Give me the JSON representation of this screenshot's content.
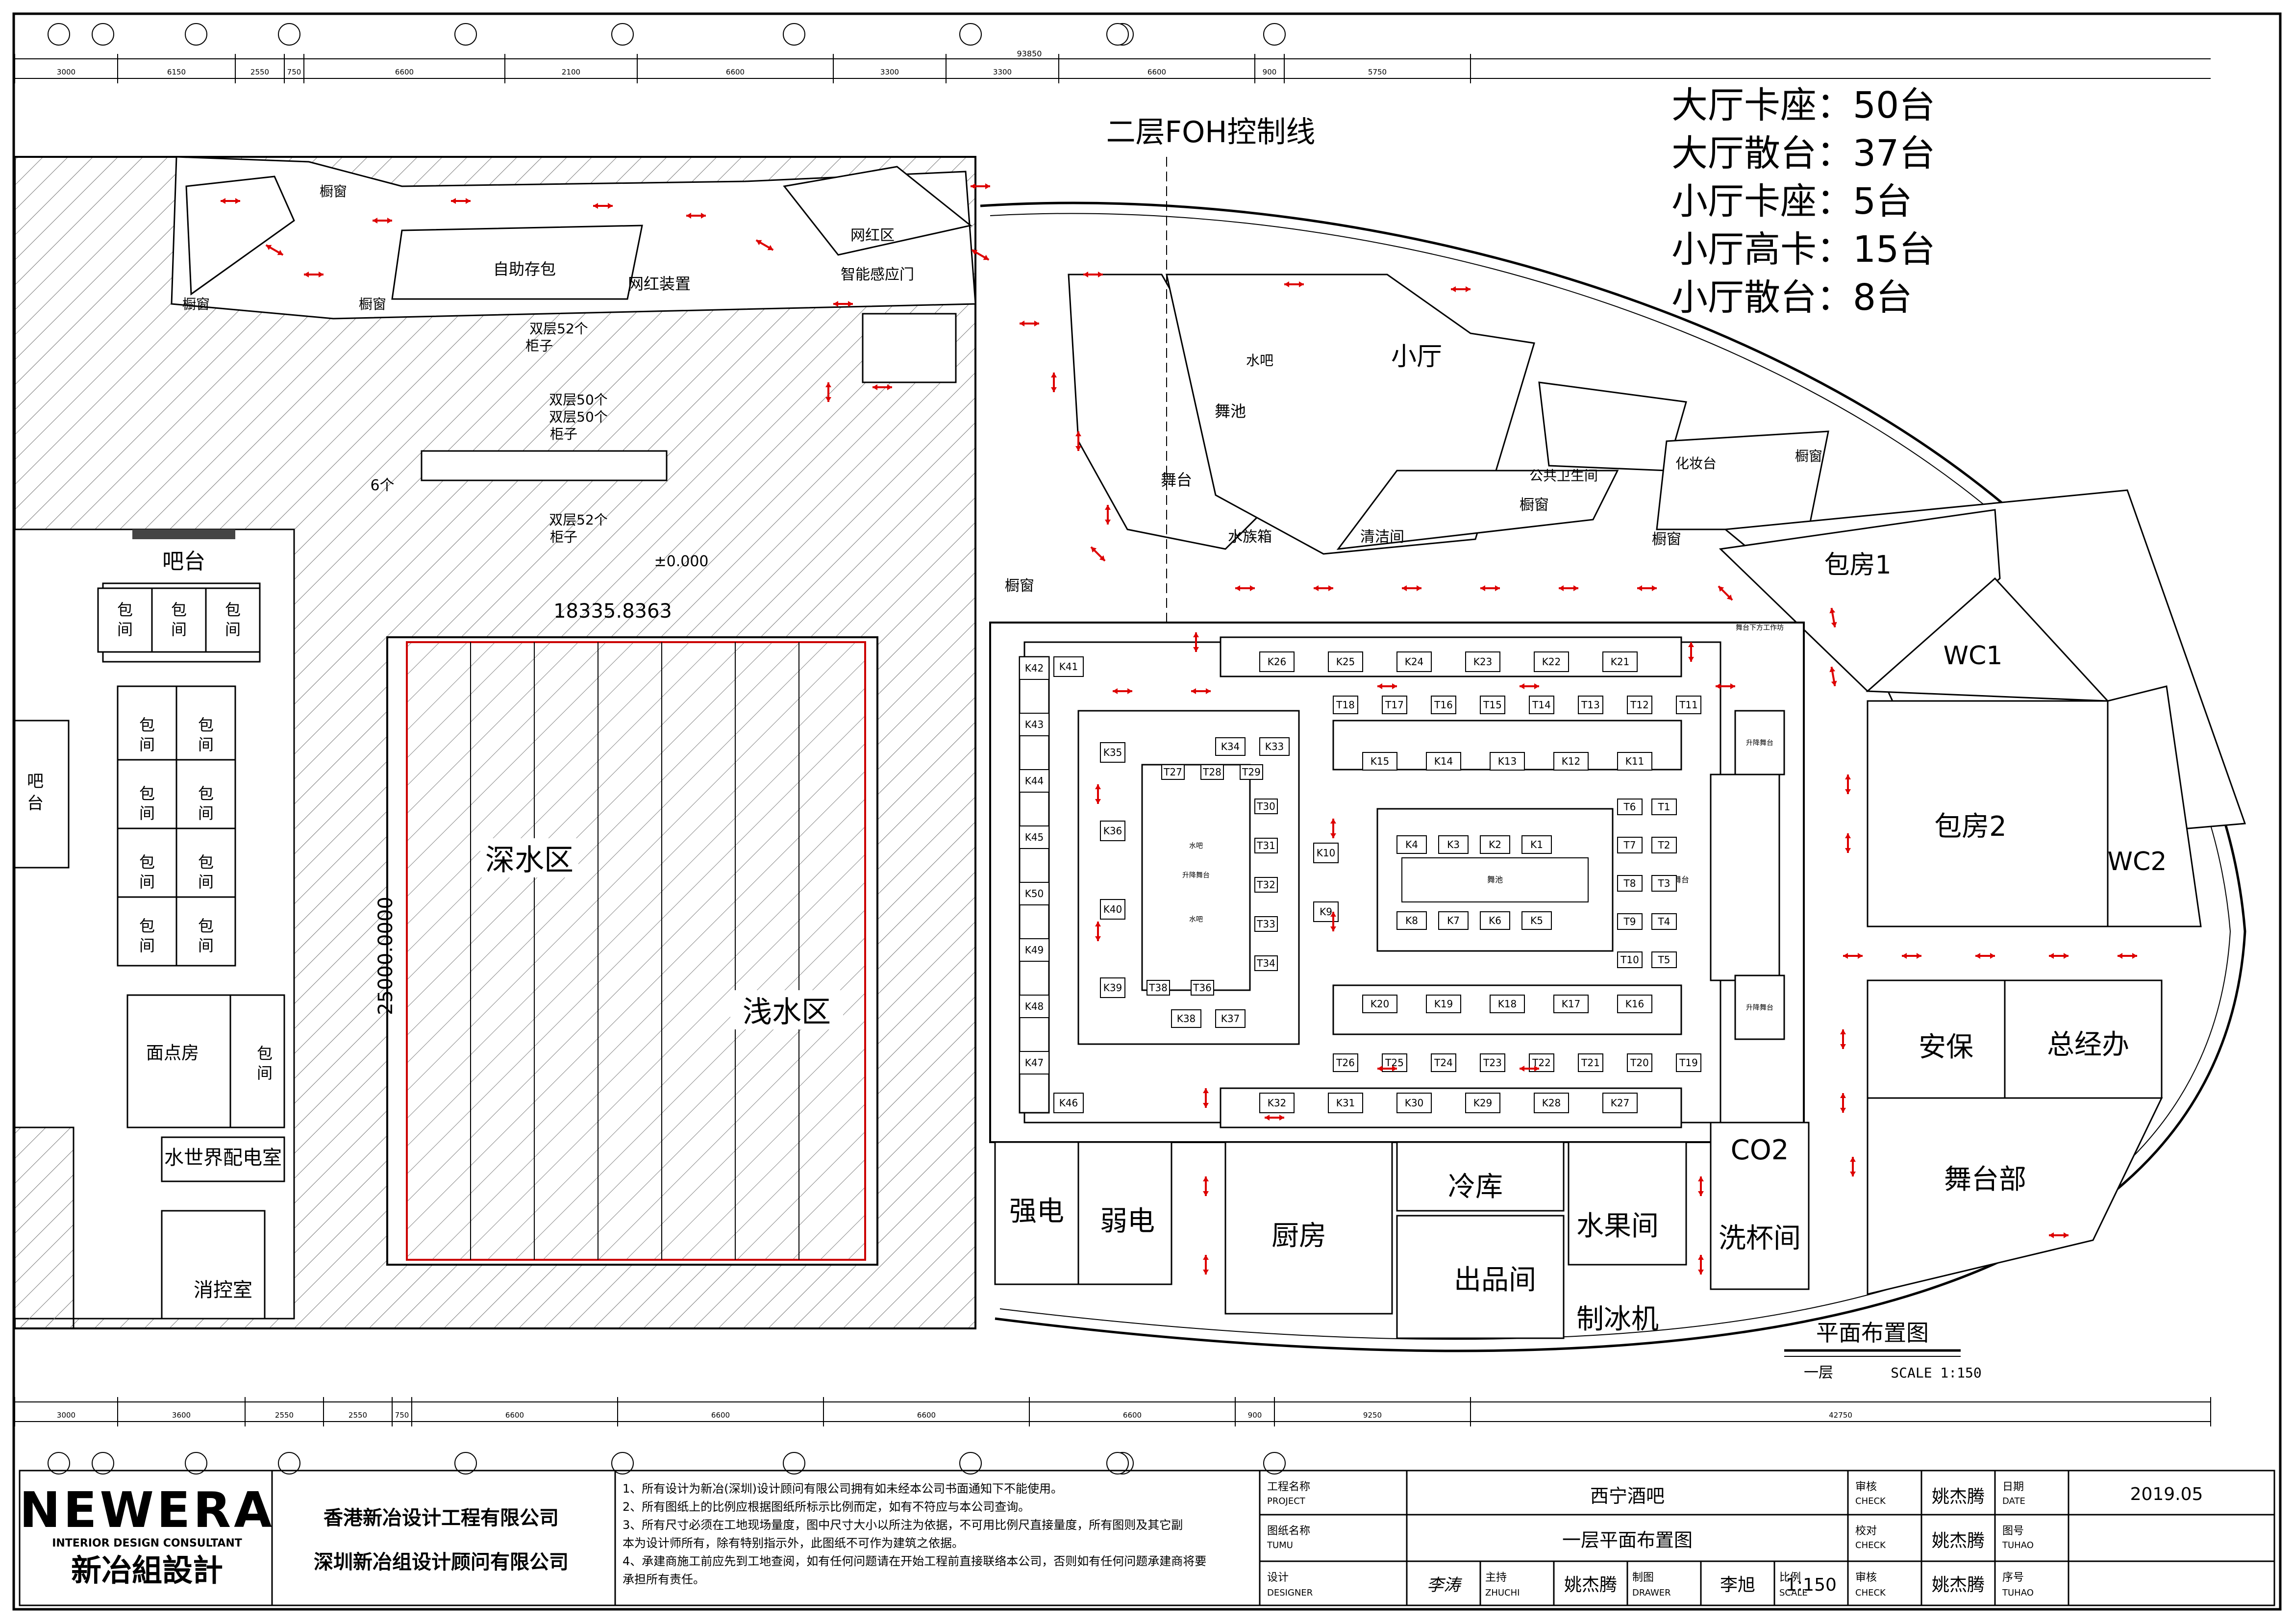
{
  "summary": [
    {
      "label": "大厅卡座",
      "count": "50台"
    },
    {
      "label": "大厅散台",
      "count": "37台"
    },
    {
      "label": "小厅卡座",
      "count": "5台"
    },
    {
      "label": "小厅高卡",
      "count": "15台"
    },
    {
      "label": "小厅散台",
      "count": "8台"
    }
  ],
  "foh_line": "二层FOH控制线",
  "dims": {
    "total": "93850",
    "top": [
      "3000",
      "6150",
      "2550",
      "750",
      "6600",
      "2100",
      "6600",
      "3300",
      "3300",
      "6600",
      "900",
      "5750"
    ],
    "bottom": [
      "3000",
      "3600",
      "2550",
      "2550",
      "750",
      "6600",
      "6600",
      "6600",
      "6600",
      "900",
      "9250",
      "42750"
    ]
  },
  "levels": {
    "zero": "±0.000"
  },
  "pool": {
    "width_dim": "18335.8363",
    "height_dim": "25000.0000",
    "deep": "深水区",
    "shallow": "浅水区"
  },
  "rooms": {
    "top_left_window": "橱窗",
    "top_window": "橱窗",
    "top_window_small": "橱窗",
    "bottom_window_1": "橱窗",
    "self_storage": "自助存包",
    "wanghong_device": "网红装置",
    "wanghong_zone": "网红区",
    "smart_door": "智能感应门",
    "lockers_top": "双层52个",
    "lockers_top_sub": "柜子",
    "lockers_mid": "双层50个",
    "lockers_mid2": "双层50个",
    "lockers_mid_sub": "柜子",
    "lockers_bot": "双层52个",
    "lockers_bot_sub": "柜子",
    "six": "6个",
    "bar_left": "吧台",
    "bar_left2": "吧",
    "bar_left2b": "台",
    "booth": "包",
    "booth_b": "间",
    "noodle": "面点房",
    "power_room": "水世界配电室",
    "fire_room": "消控室",
    "water_bar": "水吧",
    "dance_pool": "舞池",
    "stage": "舞台",
    "small_hall": "小厅",
    "aquarium": "水族箱",
    "cleaning": "清洁间",
    "window_a": "橱窗",
    "window_b": "橱窗",
    "public_wc": "公共卫生间",
    "makeup": "化妆台",
    "window_c": "橱窗",
    "private1": "包房1",
    "wc1": "WC1",
    "private2": "包房2",
    "wc2": "WC2",
    "security": "安保",
    "gm_office": "总经办",
    "stage_dept": "舞台部",
    "co2": "CO2",
    "cup_wash": "洗杯间",
    "strong_elec": "强电",
    "weak_elec": "弱电",
    "kitchen": "厨房",
    "cold_storage": "冷库",
    "fruit_room": "水果间",
    "dispatch": "出品间",
    "ice_maker": "制冰机",
    "lift_stage": "升降舞台",
    "lift_stage2": "升降舞台",
    "lift_stage3": "升降舞台",
    "dance": "舞池",
    "stage_side": "舞台",
    "work_under": "舞台下方工作坊",
    "water_bar_c1": "水吧",
    "water_bar_c2": "水吧"
  },
  "booths": {
    "top_row": [
      "K26",
      "K25",
      "K24",
      "K23",
      "K22",
      "K21"
    ],
    "t_top_row": [
      "T18",
      "T17",
      "T16",
      "T15",
      "T14",
      "T13",
      "T12",
      "T11"
    ],
    "mid_row": [
      "K15",
      "K14",
      "K13",
      "K12",
      "K11"
    ],
    "inner_top": [
      "K4",
      "K3",
      "K2",
      "K1"
    ],
    "inner_bot": [
      "K8",
      "K7",
      "K6",
      "K5"
    ],
    "low_row": [
      "K20",
      "K19",
      "K18",
      "K17",
      "K16"
    ],
    "t_low_row": [
      "T26",
      "T25",
      "T24",
      "T23",
      "T22",
      "T21",
      "T20",
      "T19"
    ],
    "bottom_row": [
      "K32",
      "K31",
      "K30",
      "K29",
      "K28",
      "K27"
    ],
    "left_col": [
      "K42",
      "K43",
      "K44",
      "K45",
      "K50",
      "K49",
      "K48",
      "K47"
    ],
    "left_top": [
      "K41"
    ],
    "left_bottom": [
      "K46"
    ],
    "island_top": [
      "K34",
      "K33"
    ],
    "island_bot": [
      "K38",
      "K37"
    ],
    "island_left": [
      "K35",
      "K36",
      "K40",
      "K39"
    ],
    "island_t_top": [
      "T27",
      "T28",
      "T29"
    ],
    "island_t_right": [
      "T30",
      "T31",
      "T32",
      "T33",
      "T34"
    ],
    "island_t_bot": [
      "T38",
      "T36"
    ],
    "k10": "K10",
    "k9": "K9",
    "t_right": [
      "T6",
      "T7",
      "T8",
      "T9",
      "T10"
    ],
    "t_right2": [
      "T1",
      "T2",
      "T3",
      "T4",
      "T5"
    ]
  },
  "title_block": {
    "brand": "NEWERA",
    "brand_sub": "INTERIOR DESIGN CONSULTANT",
    "brand_cn": "新冶組設計",
    "company1": "香港新冶设计工程有限公司",
    "company2": "深圳新冶组设计顾问有限公司",
    "notes": [
      "1、所有设计为新冶(深圳)设计顾问有限公司拥有如未经本公司书面通知下不能使用。",
      "2、所有图纸上的比例应根据图纸所标示比例而定，如有不符应与本公司查询。",
      "3、所有尺寸必须在工地现场量度，图中尺寸大小以所注为依据，不可用比例尺直接量度，所有图则及其它副",
      "本为设计师所有，除有特别指示外，此图纸不可作为建筑之依据。",
      "4、承建商施工前应先到工地查阅，如有任何问题请在开始工程前直接联络本公司，否则如有任何问题承建商将要",
      "承担所有责任。"
    ],
    "project_label": "工程名称",
    "project_label_en": "PROJECT",
    "project": "西宁酒吧",
    "drawing_label": "图纸名称",
    "drawing_label_en": "TUMU",
    "drawing": "一层平面布置图",
    "designer_label": "设计",
    "designer_label_en": "DESIGNER",
    "designer_sign": "李涛",
    "chief_label": "主持",
    "chief_label_en": "ZHUCHI",
    "chief": "姚杰腾",
    "drawer_label": "制图",
    "drawer_label_en": "DRAWER",
    "drawer": "李旭",
    "scale_label": "比例",
    "scale_label_en": "SCALE",
    "scale": "1:150",
    "check_label": "审核",
    "check_label_en": "CHECK",
    "check_name": "姚杰腾",
    "check2_label": "校对",
    "check2_label_en": "CHECK",
    "check2_name": "姚杰腾",
    "check3_label": "审核",
    "check3_label_en": "CHECK",
    "check3_name": "姚杰腾",
    "date_label": "日期",
    "date_label_en": "DATE",
    "date": "2019.05",
    "no_label": "图号",
    "no_label_en": "TUHAO",
    "seq_label": "序号",
    "seq_label_en": "TUHAO"
  },
  "plan_title": {
    "name": "平面布置图",
    "floor": "一层",
    "scale": "SCALE  1:150"
  }
}
